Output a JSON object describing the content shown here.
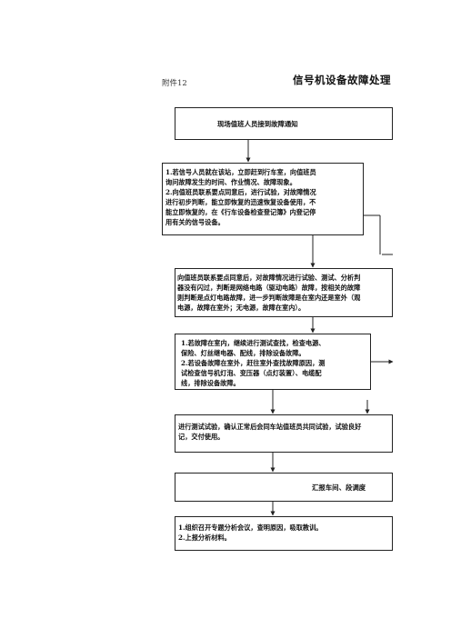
{
  "header": {
    "attachment": "附件12",
    "title": "信号机设备故障处理"
  },
  "boxes": {
    "b1": {
      "lines": [
        "现场值班人员接到故障通知"
      ]
    },
    "b2": {
      "lines": [
        "1.若信号人员就在该站，立即赶到行车室，向值班员",
        "询问故障发生的时间、作业情况、故障现象。",
        "2.向值班员联系要点同意后，进行试验，对故障情况",
        "进行初步判断，能立即恢复的迅速恢复设备使用，不",
        "能立即恢复的，在《行车设备检查登记簿》内登记停",
        "用有关的信号设备。"
      ]
    },
    "b3": {
      "lines": [
        "向值班员联系要点同意后，对故障情况进行试验、测试、分析判",
        "器没有闪过，判断是网络电路（驱动电路）故障，按相关的故障",
        "则判断是点灯电路故障，进一步判断故障是在室内还是室外（观",
        "电源，故障在室外；无电源，故障在室内）。"
      ]
    },
    "b4": {
      "lines": [
        "1.若故障在室内，继续进行测试查找，检查电源、",
        "保险、灯丝继电器、配线，排除设备故障。",
        "2.若设备故障在室外，赶往室外查找故障原因，测",
        "试检查信号机灯泡、变压器（点灯装置）、电缆配",
        "线，排除设备故障。"
      ]
    },
    "b5": {
      "lines": [
        "进行测试试验，确认正常后会同车站值班员共同试验，试验良好",
        "记，交付使用。"
      ]
    },
    "b6": {
      "lines": [
        "汇报车间、段调度"
      ]
    },
    "b7": {
      "lines": [
        "1.组织召开专题分析会议，查明原因，吸取教训。",
        "2.上报分析材料。"
      ]
    }
  }
}
